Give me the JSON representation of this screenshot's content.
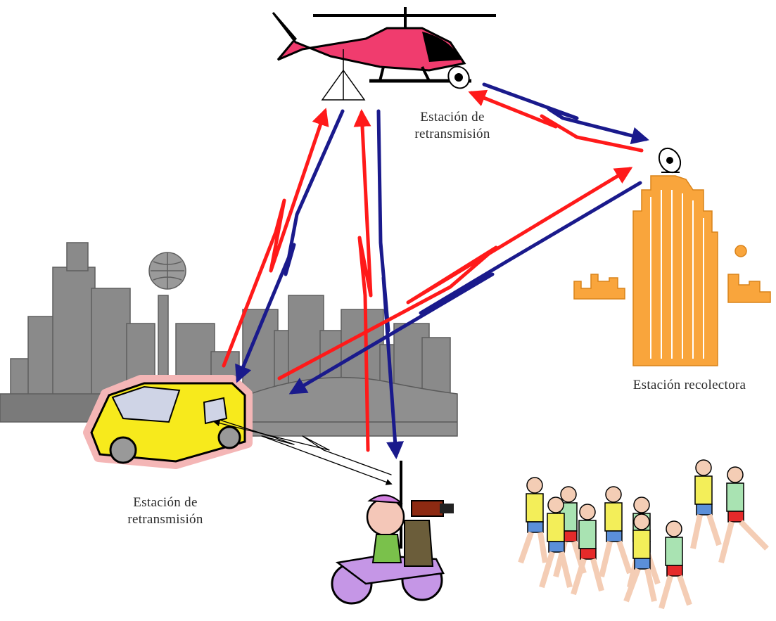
{
  "labels": {
    "helicopter_station_line1": "Estación de",
    "helicopter_station_line2": "retransmisión",
    "van_station_line1": "Estación de",
    "van_station_line2": "retransmisión",
    "collector_station": "Estación recolectora"
  },
  "colors": {
    "uplink": "#ff1a1a",
    "downlink": "#1a1a8c",
    "helicopter_body": "#f03c6e",
    "van_body": "#f7ea1c",
    "building": "#f9a53c",
    "city": "#8c8c8c",
    "local_link": "#000000"
  },
  "icons": {
    "helicopter": "helicopter-icon",
    "van": "van-icon",
    "camera_motorbike": "motorbike-camera-icon",
    "collector_building": "building-icon",
    "city_skyline": "city-skyline-icon",
    "runners": "runners-icon",
    "antenna": "antenna-icon",
    "satellite_dish": "satellite-dish-icon"
  }
}
